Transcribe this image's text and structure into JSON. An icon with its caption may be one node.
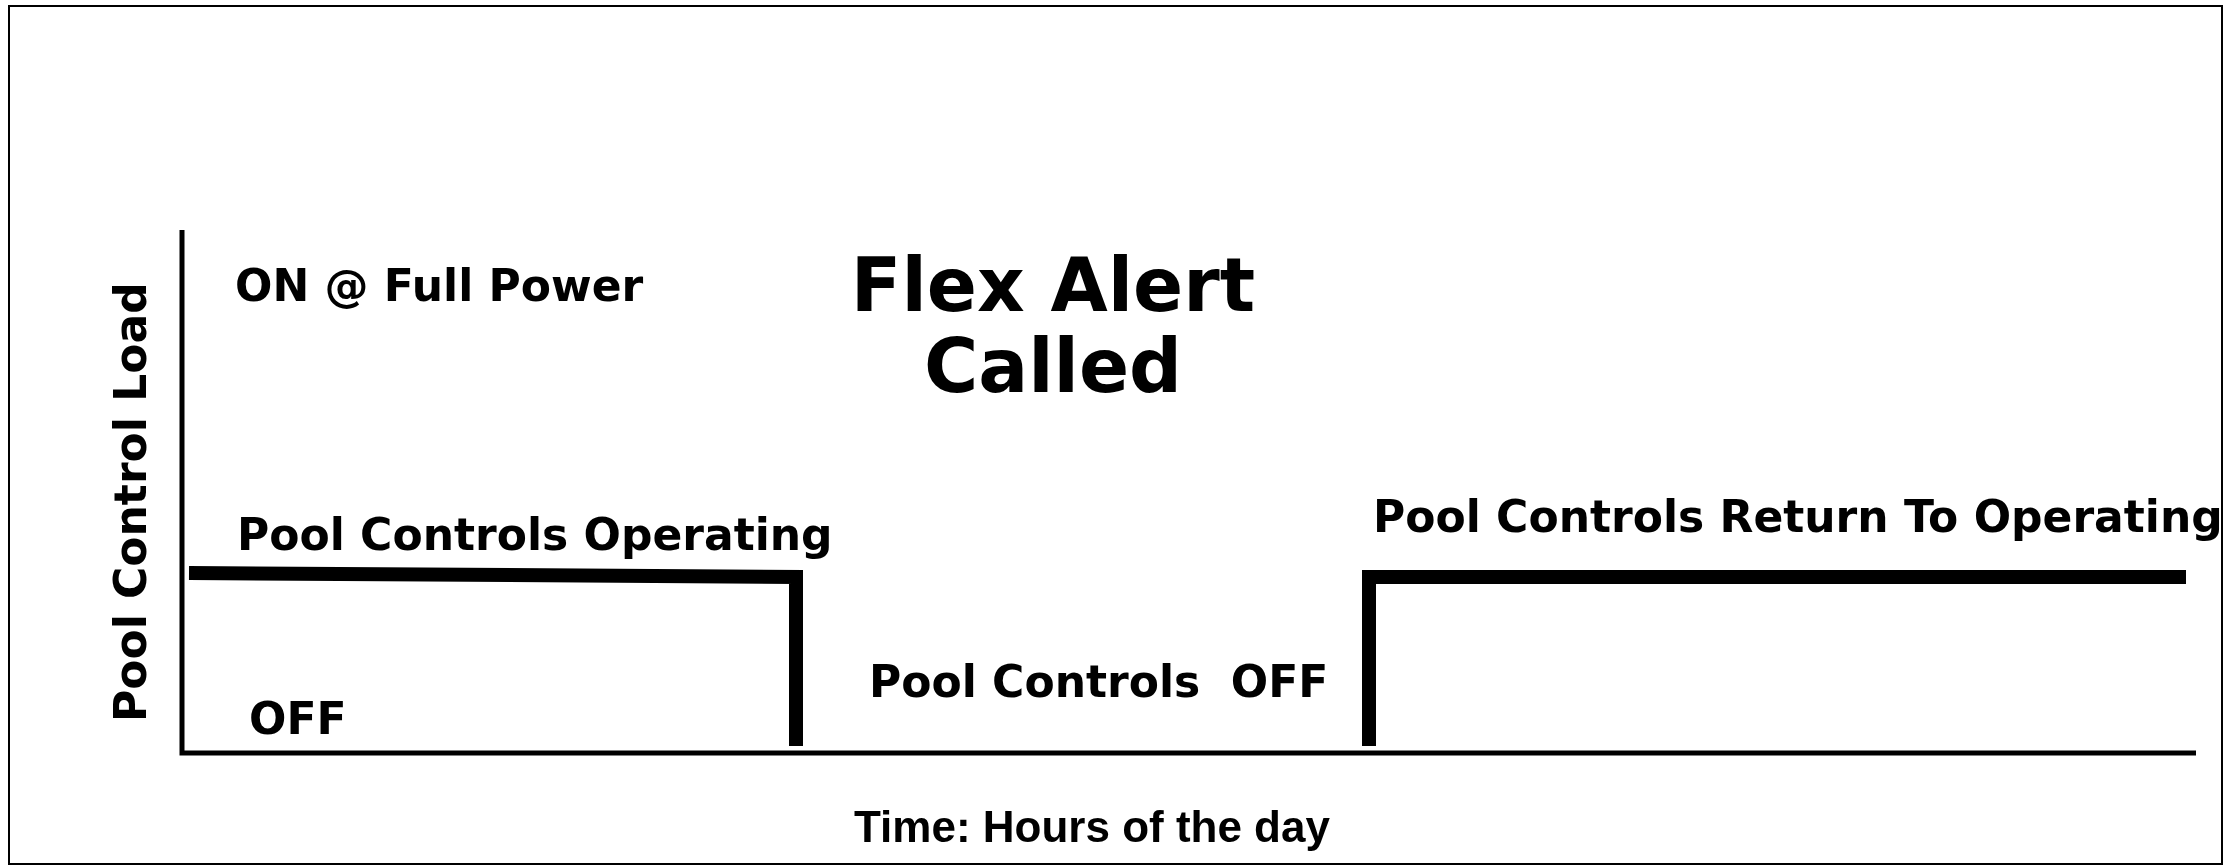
{
  "diagram": {
    "labels": [
      "ON @ Full Power",
      "Flex Alert Called",
      "Pool Controls Operating",
      "Pool Controls Return To Operating",
      "Pool Controls  OFF",
      "OFF",
      "Pool Control Load",
      "Time: Hours of the day"
    ]
  }
}
